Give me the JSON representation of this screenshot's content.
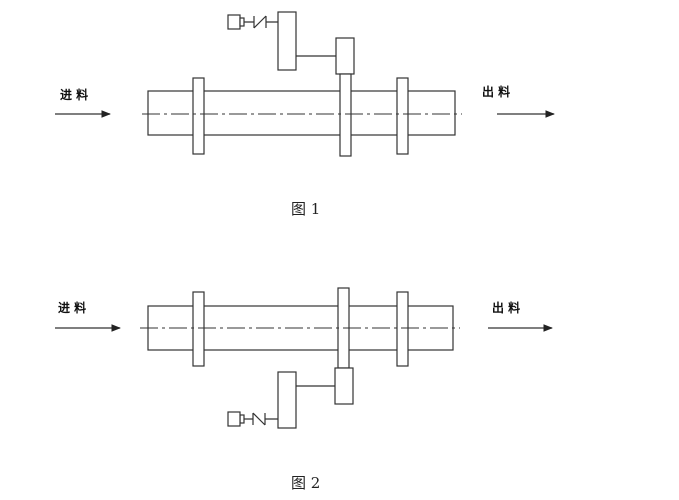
{
  "figure1": {
    "inlet_label": "进 料",
    "outlet_label": "出 料",
    "caption": "图 1"
  },
  "figure2": {
    "inlet_label": "进 料",
    "outlet_label": "出 料",
    "caption": "图 2"
  }
}
